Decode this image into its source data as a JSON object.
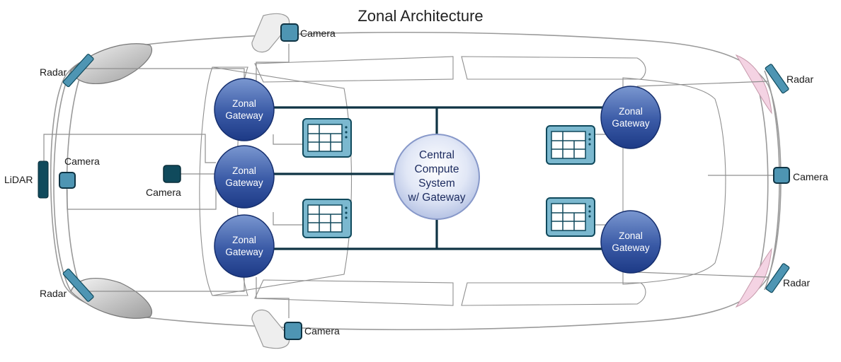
{
  "title": "Zonal Architecture",
  "central": {
    "line1": "Central",
    "line2": "Compute",
    "line3": "System",
    "line4": "w/ Gateway"
  },
  "gateway": {
    "line1": "Zonal",
    "line2": "Gateway"
  },
  "sensors": {
    "radar": "Radar",
    "camera": "Camera",
    "lidar": "LiDAR"
  },
  "colors": {
    "gateway_top": "#6f8dc9",
    "gateway_bottom": "#1d3a86",
    "central_fill": "#d5ddf2",
    "central_text": "#1b2a5e",
    "bus_line": "#0f3444",
    "sensor_fill": "#4e95b3",
    "sensor_dark": "#104a5c",
    "ecu_fill": "#7bb8cf",
    "headlight": "#c9c9c9",
    "taillight": "#f4d3e3",
    "car_outline": "#9a9a9a"
  }
}
